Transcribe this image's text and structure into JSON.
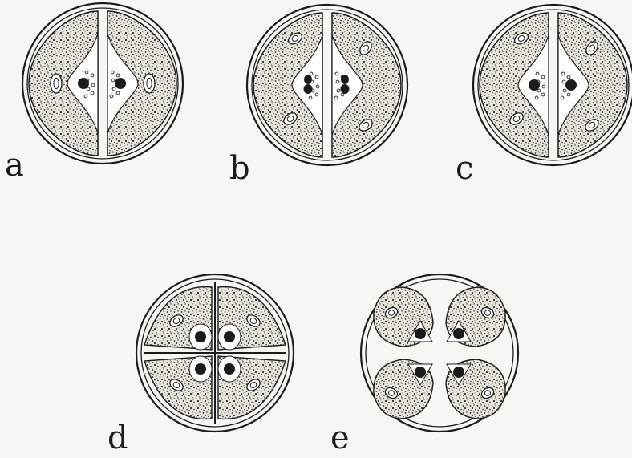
{
  "labels": {
    "a": "a",
    "b": "b",
    "c": "c",
    "d": "d",
    "e": "e"
  },
  "colors": {
    "background": "#f7f6f3",
    "ink": "#1b1b1b",
    "cytoplasm_fill": "#ebe7df",
    "stipple": "#2a2a2a",
    "nucleus_region": "#ffffff",
    "nucleolus": "#1b1b1b"
  },
  "figure": {
    "panels": [
      {
        "id": "a",
        "stage": "two-cell",
        "chromatin": "single"
      },
      {
        "id": "b",
        "stage": "two-cell",
        "chromatin": "dividing"
      },
      {
        "id": "c",
        "stage": "two-cell",
        "chromatin": "single"
      },
      {
        "id": "d",
        "stage": "four-cell",
        "chromatin": "single"
      },
      {
        "id": "e",
        "stage": "four-cell-separated",
        "chromatin": "single"
      }
    ]
  }
}
